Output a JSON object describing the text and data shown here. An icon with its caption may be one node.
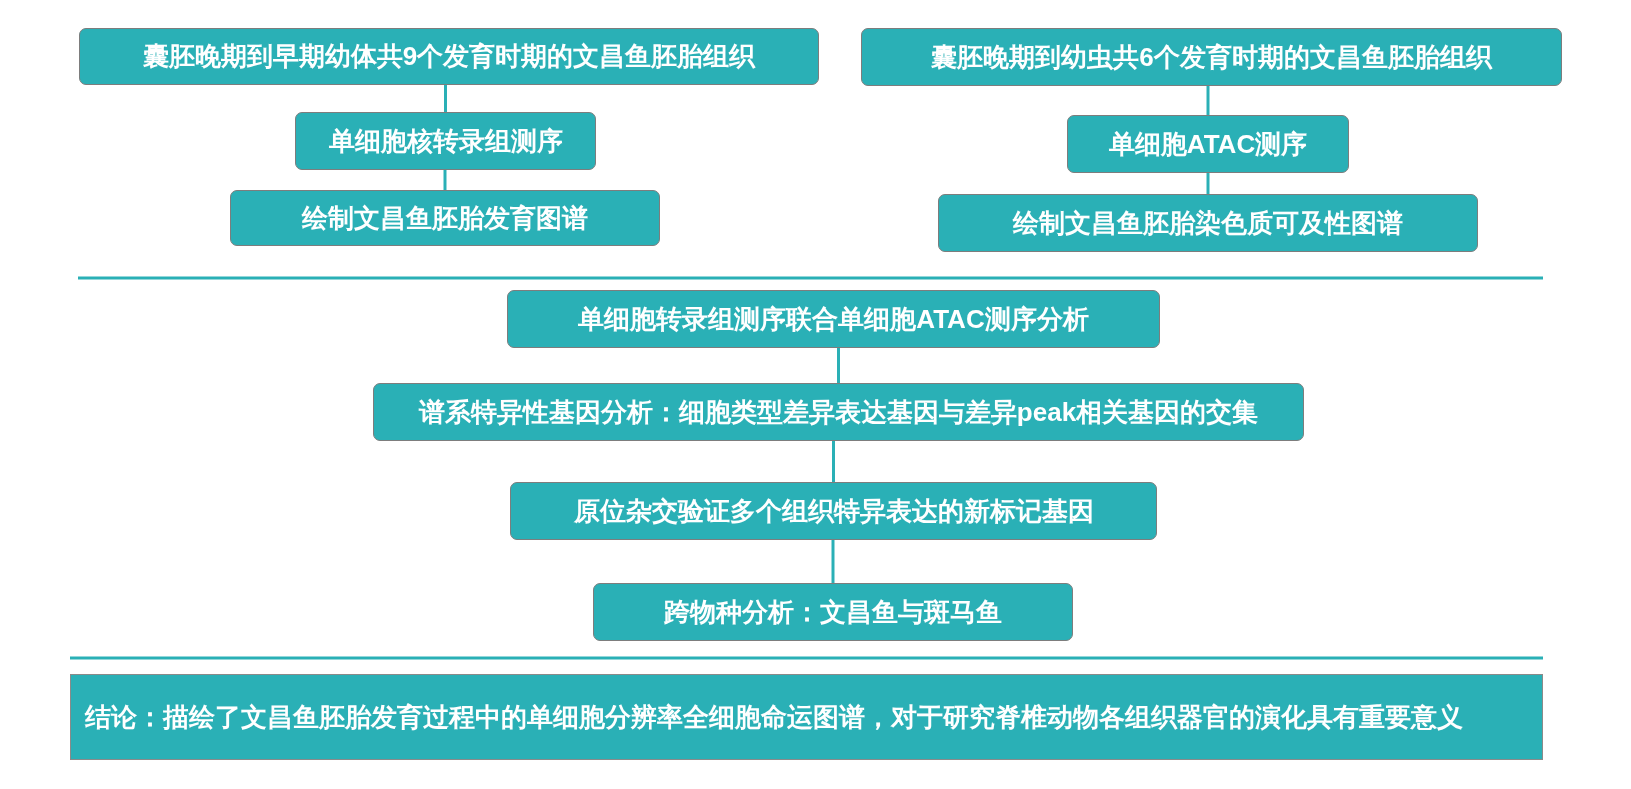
{
  "diagram": {
    "nodes": [
      {
        "text": [
          "囊胚晚期到早期幼体共9个发育时期的文昌鱼胚胎组织"
        ]
      },
      {
        "text": [
          "单细胞核转录组测序"
        ]
      },
      {
        "text": [
          "绘制文昌鱼胚胎发育图谱"
        ]
      },
      {
        "text": [
          "囊胚晚期到幼虫共6个发育时期的文昌鱼胚胎组织"
        ]
      },
      {
        "text": [
          "单细胞ATAC测序"
        ]
      },
      {
        "text": [
          "绘制文昌鱼胚胎染色质可及性图谱"
        ]
      },
      {
        "text": [
          "单细胞转录组测序联合单细胞ATAC测序分析"
        ]
      },
      {
        "text": [
          "谱系特异性基因分析：细胞类型差异表达基因与差异peak相关基因的交集"
        ]
      },
      {
        "text": [
          "原位杂交验证多个组织特异表达的新标记基因"
        ]
      },
      {
        "text": [
          "跨物种分析：文昌鱼与斑马鱼"
        ]
      },
      {
        "text": [
          "结论：描绘了文昌鱼胚胎发育过程中的单细胞分辨率全细胞命运图谱，对于研究脊椎动物各组织器官的演化具有重要意义"
        ]
      }
    ],
    "edges": [
      {
        "from": 0,
        "to": 1,
        "arrow": "none"
      },
      {
        "from": 1,
        "to": 2,
        "arrow": "none"
      },
      {
        "from": 3,
        "to": 4,
        "arrow": "none"
      },
      {
        "from": 4,
        "to": 5,
        "arrow": "none"
      },
      {
        "from": 6,
        "to": 7,
        "arrow": "none"
      },
      {
        "from": 7,
        "to": 8,
        "arrow": "none"
      },
      {
        "from": 8,
        "to": 9,
        "arrow": "none"
      }
    ]
  }
}
